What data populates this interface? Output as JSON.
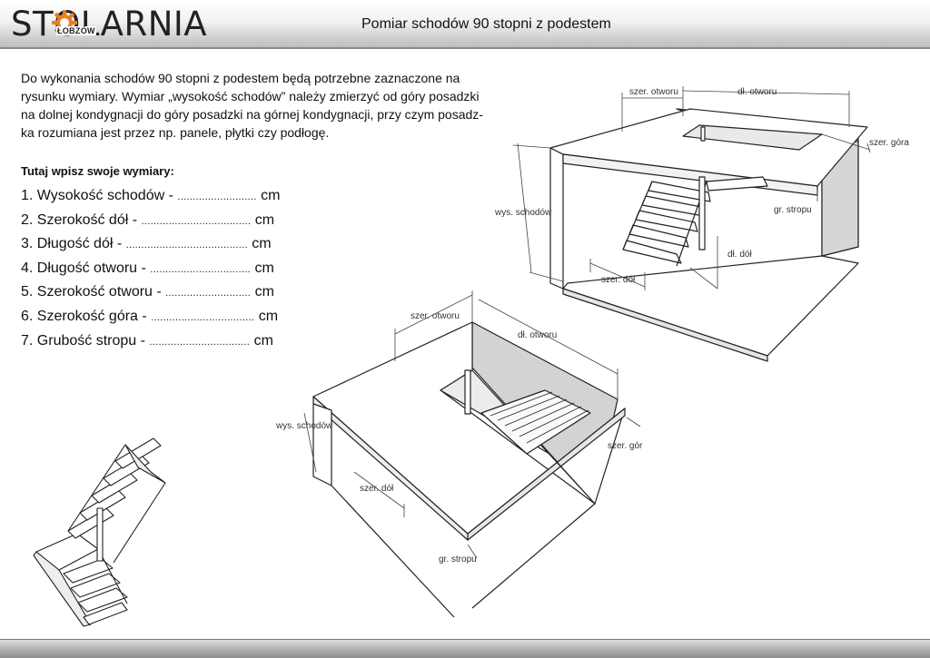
{
  "header": {
    "logo_main": "STOLARNIA",
    "logo_sub": "ŁOBZÓW",
    "title": "Pomiar schodów 90 stopni z podestem"
  },
  "intro_lines": [
    "Do wykonania schodów 90 stopni z podestem będą potrzebne zaznaczone na",
    "rysunku wymiary.  Wymiar „wysokość schodów” należy zmierzyć od góry posadzki",
    "na dolnej kondygnacji do góry posadzki na górnej kondygnacji, przy czym posadz-",
    "ka rozumiana jest przez np. panele, płytki czy podłogę."
  ],
  "form": {
    "title": "Tutaj wpisz swoje wymiary:",
    "fields": [
      {
        "label": "1. Wysokość schodów - ",
        "dots": "..........................",
        "unit": " cm"
      },
      {
        "label": "2. Szerokość  dół - ",
        "dots": "....................................",
        "unit": " cm"
      },
      {
        "label": "3. Długość dół  - ",
        "dots": "........................................",
        "unit": " cm"
      },
      {
        "label": "4. Długość otworu - ",
        "dots": ".................................",
        "unit": " cm"
      },
      {
        "label": "5. Szerokość otworu - ",
        "dots": "............................",
        "unit": " cm"
      },
      {
        "label": "6. Szerokość góra - ",
        "dots": "..................................",
        "unit": " cm"
      },
      {
        "label": "7. Grubość stropu - ",
        "dots": ".................................",
        "unit": " cm"
      }
    ]
  },
  "drawing1": {
    "szer_otworu": "szer. otworu",
    "dl_otworu": "dł. otworu",
    "szer_gora": "szer. góra",
    "wys_schodow": "wys. schodów",
    "gr_stropu": "gr. stropu",
    "dl_dol": "dł. dół",
    "szer_dol": "szer. dół"
  },
  "drawing2": {
    "szer_otworu": "szer. otworu",
    "dl_otworu": "dł. otworu",
    "wys_schodow": "wys. schodów",
    "szer_gora": "szer. gór",
    "szer_dol": "szer. dół",
    "gr_stropu": "gr. stropu"
  }
}
